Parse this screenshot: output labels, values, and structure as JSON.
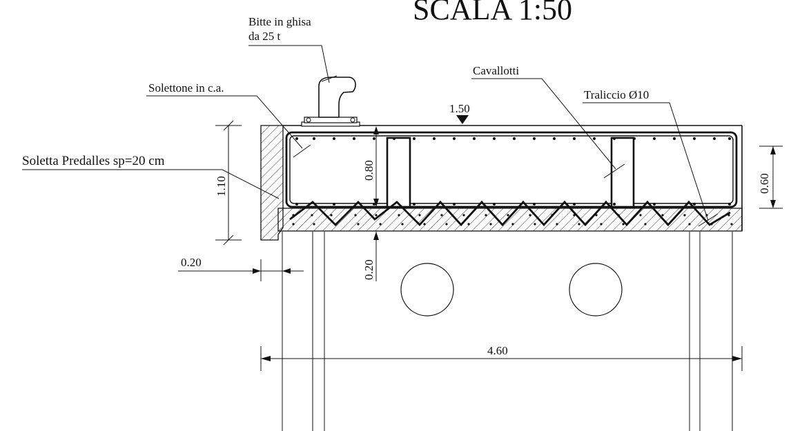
{
  "drawing": {
    "title": "SCALA 1:50",
    "labels": {
      "bitte_line1": "Bitte in ghisa",
      "bitte_line2": "da 25 t",
      "solettone": "Solettone in c.a.",
      "soletta": "Soletta Predalles sp=20 cm",
      "cavallotti": "Cavallotti",
      "traliccio": "Traliccio Ø10"
    },
    "dimensions": {
      "top_level": "1.50",
      "height_total": "1.10",
      "height_inner": "0.80",
      "height_right": "0.60",
      "slab_thickness": "0.20",
      "wall_thickness": "0.20",
      "width_total": "4.60"
    }
  }
}
